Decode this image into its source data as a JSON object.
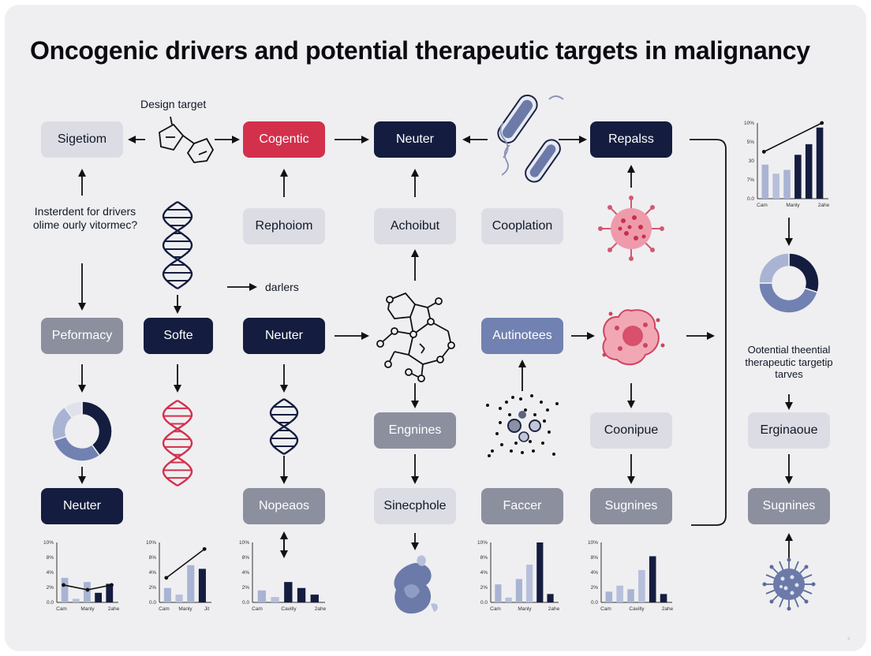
{
  "title": "Oncogenic drivers and potential therapeutic targets in malignancy",
  "labels": {
    "design_target": "Design target",
    "question": "Insterdent for drivers olime ourly vitormec?",
    "darlers": "darlers",
    "potential": "Ootential theential therapeutic targetip tarves"
  },
  "nodes": {
    "sigetiom": "Sigetiom",
    "cogentic": "Cogentic",
    "neuter_top": "Neuter",
    "repalss": "Repalss",
    "rephoiom": "Rephoiom",
    "achoibut": "Achoibut",
    "cooplation": "Cooplation",
    "peformacy": "Peformacy",
    "softe": "Softe",
    "neuter_mid": "Neuter",
    "autinotees": "Autinotees",
    "engnines": "Engnines",
    "coonipue": "Coonipue",
    "erginaoue": "Erginaoue",
    "neuter_bottom": "Neuter",
    "nopeaos": "Nopeaos",
    "sinecphole": "Sinecphole",
    "faccer": "Faccer",
    "sugnines_1": "Sugnines",
    "sugnines_2": "Sugnines"
  },
  "colors": {
    "navy": "#141d3f",
    "red": "#d3304c",
    "blue_grey": "#7181b1",
    "light_grey": "#dcdde4",
    "mid_grey": "#8c8f9e",
    "pale_blue": "#a9b4d4"
  },
  "icons": [
    "molecule-icon",
    "dna-helix-icon",
    "bacteria-icon",
    "virus-icon",
    "molecular-network-icon",
    "nanoparticles-icon",
    "cell-icon",
    "donut-chart-icon",
    "bar-chart-icon"
  ],
  "chart_data": [
    {
      "type": "bar",
      "ytick_labels": [
        "10%",
        "8%",
        "4%",
        "2%",
        "0.0"
      ],
      "categories": [
        "Cam",
        "Manly",
        "2ahe"
      ],
      "values": [
        4.1,
        0.6,
        3.4,
        1.6,
        3.1
      ],
      "line": [
        2.9,
        2.1,
        2.9
      ]
    },
    {
      "type": "bar",
      "ytick_labels": [
        "10%",
        "8%",
        "4%",
        "2%",
        "0.0"
      ],
      "categories": [
        "Cam",
        "Manly",
        "Jit"
      ],
      "values": [
        2.4,
        1.3,
        6.2,
        5.6
      ],
      "line": [
        4.1,
        8.9
      ]
    },
    {
      "type": "bar",
      "ytick_labels": [
        "10%",
        "8%",
        "4%",
        "2%",
        "0.0"
      ],
      "categories": [
        "Cam",
        "Cavilly",
        "2ahe"
      ],
      "values": [
        2.0,
        0.9,
        3.4,
        2.4,
        1.3
      ]
    },
    {
      "type": "bar",
      "ytick_labels": [
        "10%",
        "8%",
        "4%",
        "2%",
        "0.0"
      ],
      "categories": [
        "Cam",
        "Manly",
        "2ahe"
      ],
      "values": [
        3.0,
        0.8,
        3.9,
        6.3,
        10.0,
        1.4
      ]
    },
    {
      "type": "bar",
      "ytick_labels": [
        "10%",
        "8%",
        "4%",
        "2%",
        "0.0"
      ],
      "categories": [
        "Cam",
        "Cavilly",
        "2ahe"
      ],
      "values": [
        1.8,
        2.8,
        2.2,
        5.4,
        7.7,
        1.4
      ]
    },
    {
      "type": "bar",
      "ytick_labels": [
        "10%",
        "5%",
        "30",
        "7%",
        "0.0"
      ],
      "categories": [
        "Cam",
        "Manly",
        "2ahe"
      ],
      "values": [
        4.5,
        3.3,
        3.8,
        5.8,
        7.2,
        9.4
      ],
      "line": [
        6.2,
        10.0
      ]
    },
    {
      "type": "pie",
      "values": [
        40,
        30,
        20,
        10
      ]
    },
    {
      "type": "pie",
      "values": [
        30,
        45,
        25
      ]
    }
  ]
}
